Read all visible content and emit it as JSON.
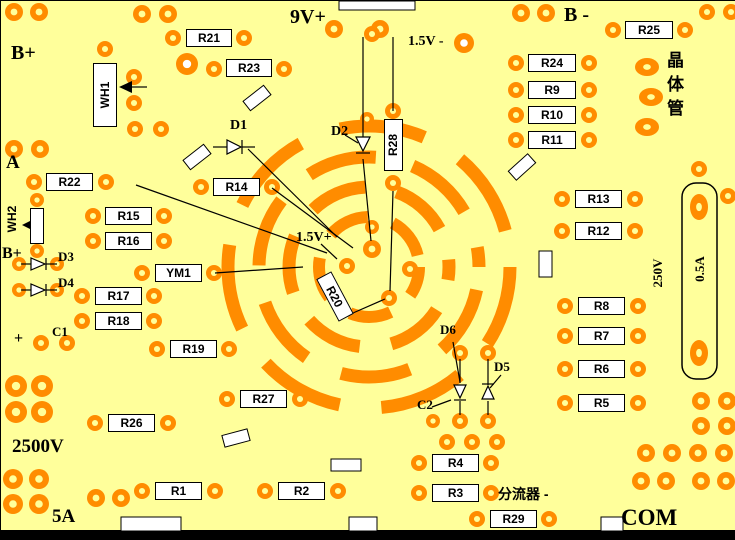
{
  "colors": {
    "background": "#FFFF9B",
    "pad_orange": "#FF8C00",
    "silkscreen": "#000000",
    "label_background": "#FFFFFF"
  },
  "component_labels": {
    "r1": "R1",
    "r2": "R2",
    "r3": "R3",
    "r4": "R4",
    "r5": "R5",
    "r6": "R6",
    "r7": "R7",
    "r8": "R8",
    "r9": "R9",
    "r10": "R10",
    "r11": "R11",
    "r12": "R12",
    "r13": "R13",
    "r14": "R14",
    "r15": "R15",
    "r16": "R16",
    "r17": "R17",
    "r18": "R18",
    "r19": "R19",
    "r20": "R20",
    "r21": "R21",
    "r22": "R22",
    "r23": "R23",
    "r24": "R24",
    "r25": "R25",
    "r26": "R26",
    "r27": "R27",
    "r28": "R28",
    "r29": "R29",
    "ym1": "YM1",
    "wh1": "WH1",
    "wh2": "WH2"
  },
  "text_labels": {
    "b_plus_top": "B+",
    "nine_v_plus": "9V+",
    "b_minus": "B -",
    "v15_minus": "1.5V -",
    "v15_plus": "1.5V+",
    "a_terminal": "A",
    "b_plus_mid": "B+",
    "d1": "D1",
    "d2": "D2",
    "d3": "D3",
    "d4": "D4",
    "d5": "D5",
    "d6": "D6",
    "c1": "C1",
    "c1_polarity": "+",
    "c2": "C2",
    "v2500": "2500V",
    "a5": "5A",
    "com": "COM",
    "v250": "250V",
    "a05": "0.5A",
    "shunt": "分流器 -",
    "transistor": "晶体管"
  },
  "pcb": {
    "pads": [
      [
        13,
        11,
        9
      ],
      [
        38,
        11,
        9
      ],
      [
        141,
        13,
        9
      ],
      [
        167,
        13,
        9
      ],
      [
        172,
        37,
        8
      ],
      [
        243,
        37,
        8
      ],
      [
        186,
        63,
        11,
        "w"
      ],
      [
        213,
        68,
        8
      ],
      [
        283,
        68,
        8
      ],
      [
        333,
        28,
        9
      ],
      [
        379,
        28,
        9
      ],
      [
        371,
        33,
        8
      ],
      [
        463,
        42,
        10,
        "w"
      ],
      [
        520,
        12,
        9
      ],
      [
        545,
        12,
        9
      ],
      [
        706,
        11,
        8
      ],
      [
        730,
        11,
        8
      ],
      [
        515,
        62,
        8
      ],
      [
        588,
        62,
        8
      ],
      [
        515,
        89,
        8
      ],
      [
        588,
        89,
        8
      ],
      [
        515,
        114,
        8
      ],
      [
        588,
        114,
        8
      ],
      [
        515,
        139,
        8
      ],
      [
        588,
        139,
        8
      ],
      [
        612,
        29,
        8
      ],
      [
        684,
        29,
        8
      ],
      [
        13,
        148,
        9
      ],
      [
        39,
        148,
        9
      ],
      [
        33,
        181,
        8
      ],
      [
        105,
        181,
        8
      ],
      [
        200,
        186,
        8
      ],
      [
        271,
        186,
        8
      ],
      [
        92,
        215,
        8
      ],
      [
        163,
        215,
        8
      ],
      [
        92,
        240,
        8
      ],
      [
        163,
        240,
        8
      ],
      [
        36,
        199,
        7
      ],
      [
        36,
        250,
        7
      ],
      [
        18,
        263,
        7
      ],
      [
        56,
        263,
        7
      ],
      [
        18,
        289,
        7
      ],
      [
        56,
        289,
        7
      ],
      [
        141,
        272,
        8
      ],
      [
        213,
        272,
        8
      ],
      [
        81,
        295,
        8
      ],
      [
        153,
        295,
        8
      ],
      [
        81,
        320,
        8
      ],
      [
        153,
        320,
        8
      ],
      [
        40,
        342,
        8
      ],
      [
        66,
        342,
        8
      ],
      [
        156,
        348,
        8
      ],
      [
        228,
        348,
        8
      ],
      [
        133,
        76,
        8
      ],
      [
        133,
        102,
        8
      ],
      [
        104,
        48,
        8
      ],
      [
        134,
        128,
        8
      ],
      [
        160,
        128,
        8
      ],
      [
        561,
        198,
        8
      ],
      [
        634,
        198,
        8
      ],
      [
        561,
        230,
        8
      ],
      [
        634,
        230,
        8
      ],
      [
        564,
        305,
        8
      ],
      [
        637,
        305,
        8
      ],
      [
        564,
        335,
        8
      ],
      [
        637,
        335,
        8
      ],
      [
        564,
        368,
        8
      ],
      [
        637,
        368,
        8
      ],
      [
        564,
        402,
        8
      ],
      [
        637,
        402,
        8
      ],
      [
        15,
        385,
        11
      ],
      [
        41,
        385,
        11
      ],
      [
        15,
        411,
        11
      ],
      [
        41,
        411,
        11
      ],
      [
        12,
        478,
        10
      ],
      [
        38,
        478,
        10
      ],
      [
        12,
        503,
        10
      ],
      [
        38,
        503,
        10
      ],
      [
        95,
        497,
        9
      ],
      [
        120,
        497,
        9
      ],
      [
        141,
        490,
        8
      ],
      [
        214,
        490,
        8
      ],
      [
        264,
        490,
        8
      ],
      [
        337,
        490,
        8
      ],
      [
        94,
        422,
        8
      ],
      [
        167,
        422,
        8
      ],
      [
        226,
        398,
        8
      ],
      [
        299,
        398,
        8
      ],
      [
        418,
        462,
        8
      ],
      [
        490,
        462,
        8
      ],
      [
        418,
        492,
        8
      ],
      [
        490,
        492,
        8
      ],
      [
        476,
        518,
        8
      ],
      [
        548,
        518,
        8
      ],
      [
        459,
        352,
        8
      ],
      [
        487,
        352,
        8
      ],
      [
        459,
        420,
        8
      ],
      [
        487,
        420,
        8
      ],
      [
        446,
        441,
        8
      ],
      [
        471,
        441,
        8
      ],
      [
        496,
        441,
        8
      ],
      [
        432,
        420,
        7
      ],
      [
        392,
        110,
        8
      ],
      [
        392,
        182,
        8
      ],
      [
        366,
        118,
        7
      ],
      [
        371,
        226,
        7
      ],
      [
        371,
        248,
        9
      ],
      [
        346,
        265,
        8
      ],
      [
        388,
        297,
        8
      ],
      [
        409,
        268,
        8
      ],
      [
        645,
        452,
        9
      ],
      [
        671,
        452,
        9
      ],
      [
        697,
        452,
        9
      ],
      [
        723,
        452,
        9
      ],
      [
        700,
        400,
        9
      ],
      [
        726,
        400,
        9
      ],
      [
        700,
        425,
        9
      ],
      [
        726,
        425,
        9
      ],
      [
        698,
        168,
        8
      ],
      [
        727,
        195,
        8
      ],
      [
        640,
        480,
        9
      ],
      [
        665,
        480,
        9
      ],
      [
        700,
        480,
        9
      ],
      [
        725,
        480,
        9
      ]
    ],
    "ovals": [
      [
        646,
        66,
        12,
        9
      ],
      [
        650,
        96,
        12,
        9
      ],
      [
        646,
        126,
        12,
        9
      ],
      [
        698,
        206,
        9,
        13
      ],
      [
        698,
        352,
        9,
        13
      ]
    ]
  }
}
